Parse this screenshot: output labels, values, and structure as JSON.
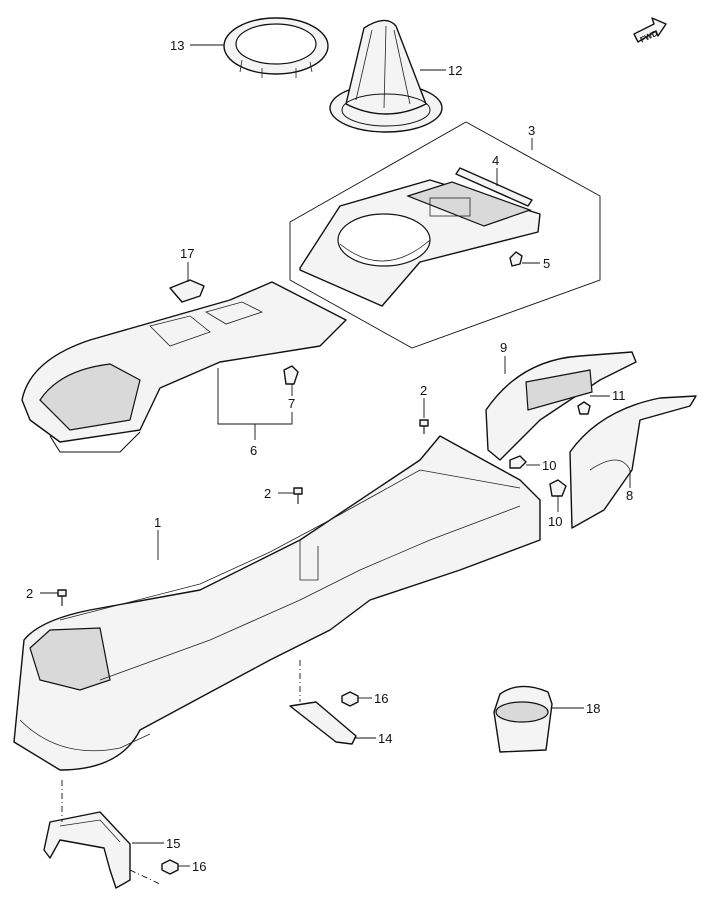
{
  "fwd_label": "FWD",
  "callouts": {
    "c1": "1",
    "c2a": "2",
    "c2b": "2",
    "c2c": "2",
    "c3": "3",
    "c4": "4",
    "c5": "5",
    "c6": "6",
    "c7": "7",
    "c8": "8",
    "c9": "9",
    "c10a": "10",
    "c10b": "10",
    "c11": "11",
    "c12": "12",
    "c13": "13",
    "c14": "14",
    "c15": "15",
    "c16a": "16",
    "c16b": "16",
    "c17": "17",
    "c18": "18"
  }
}
